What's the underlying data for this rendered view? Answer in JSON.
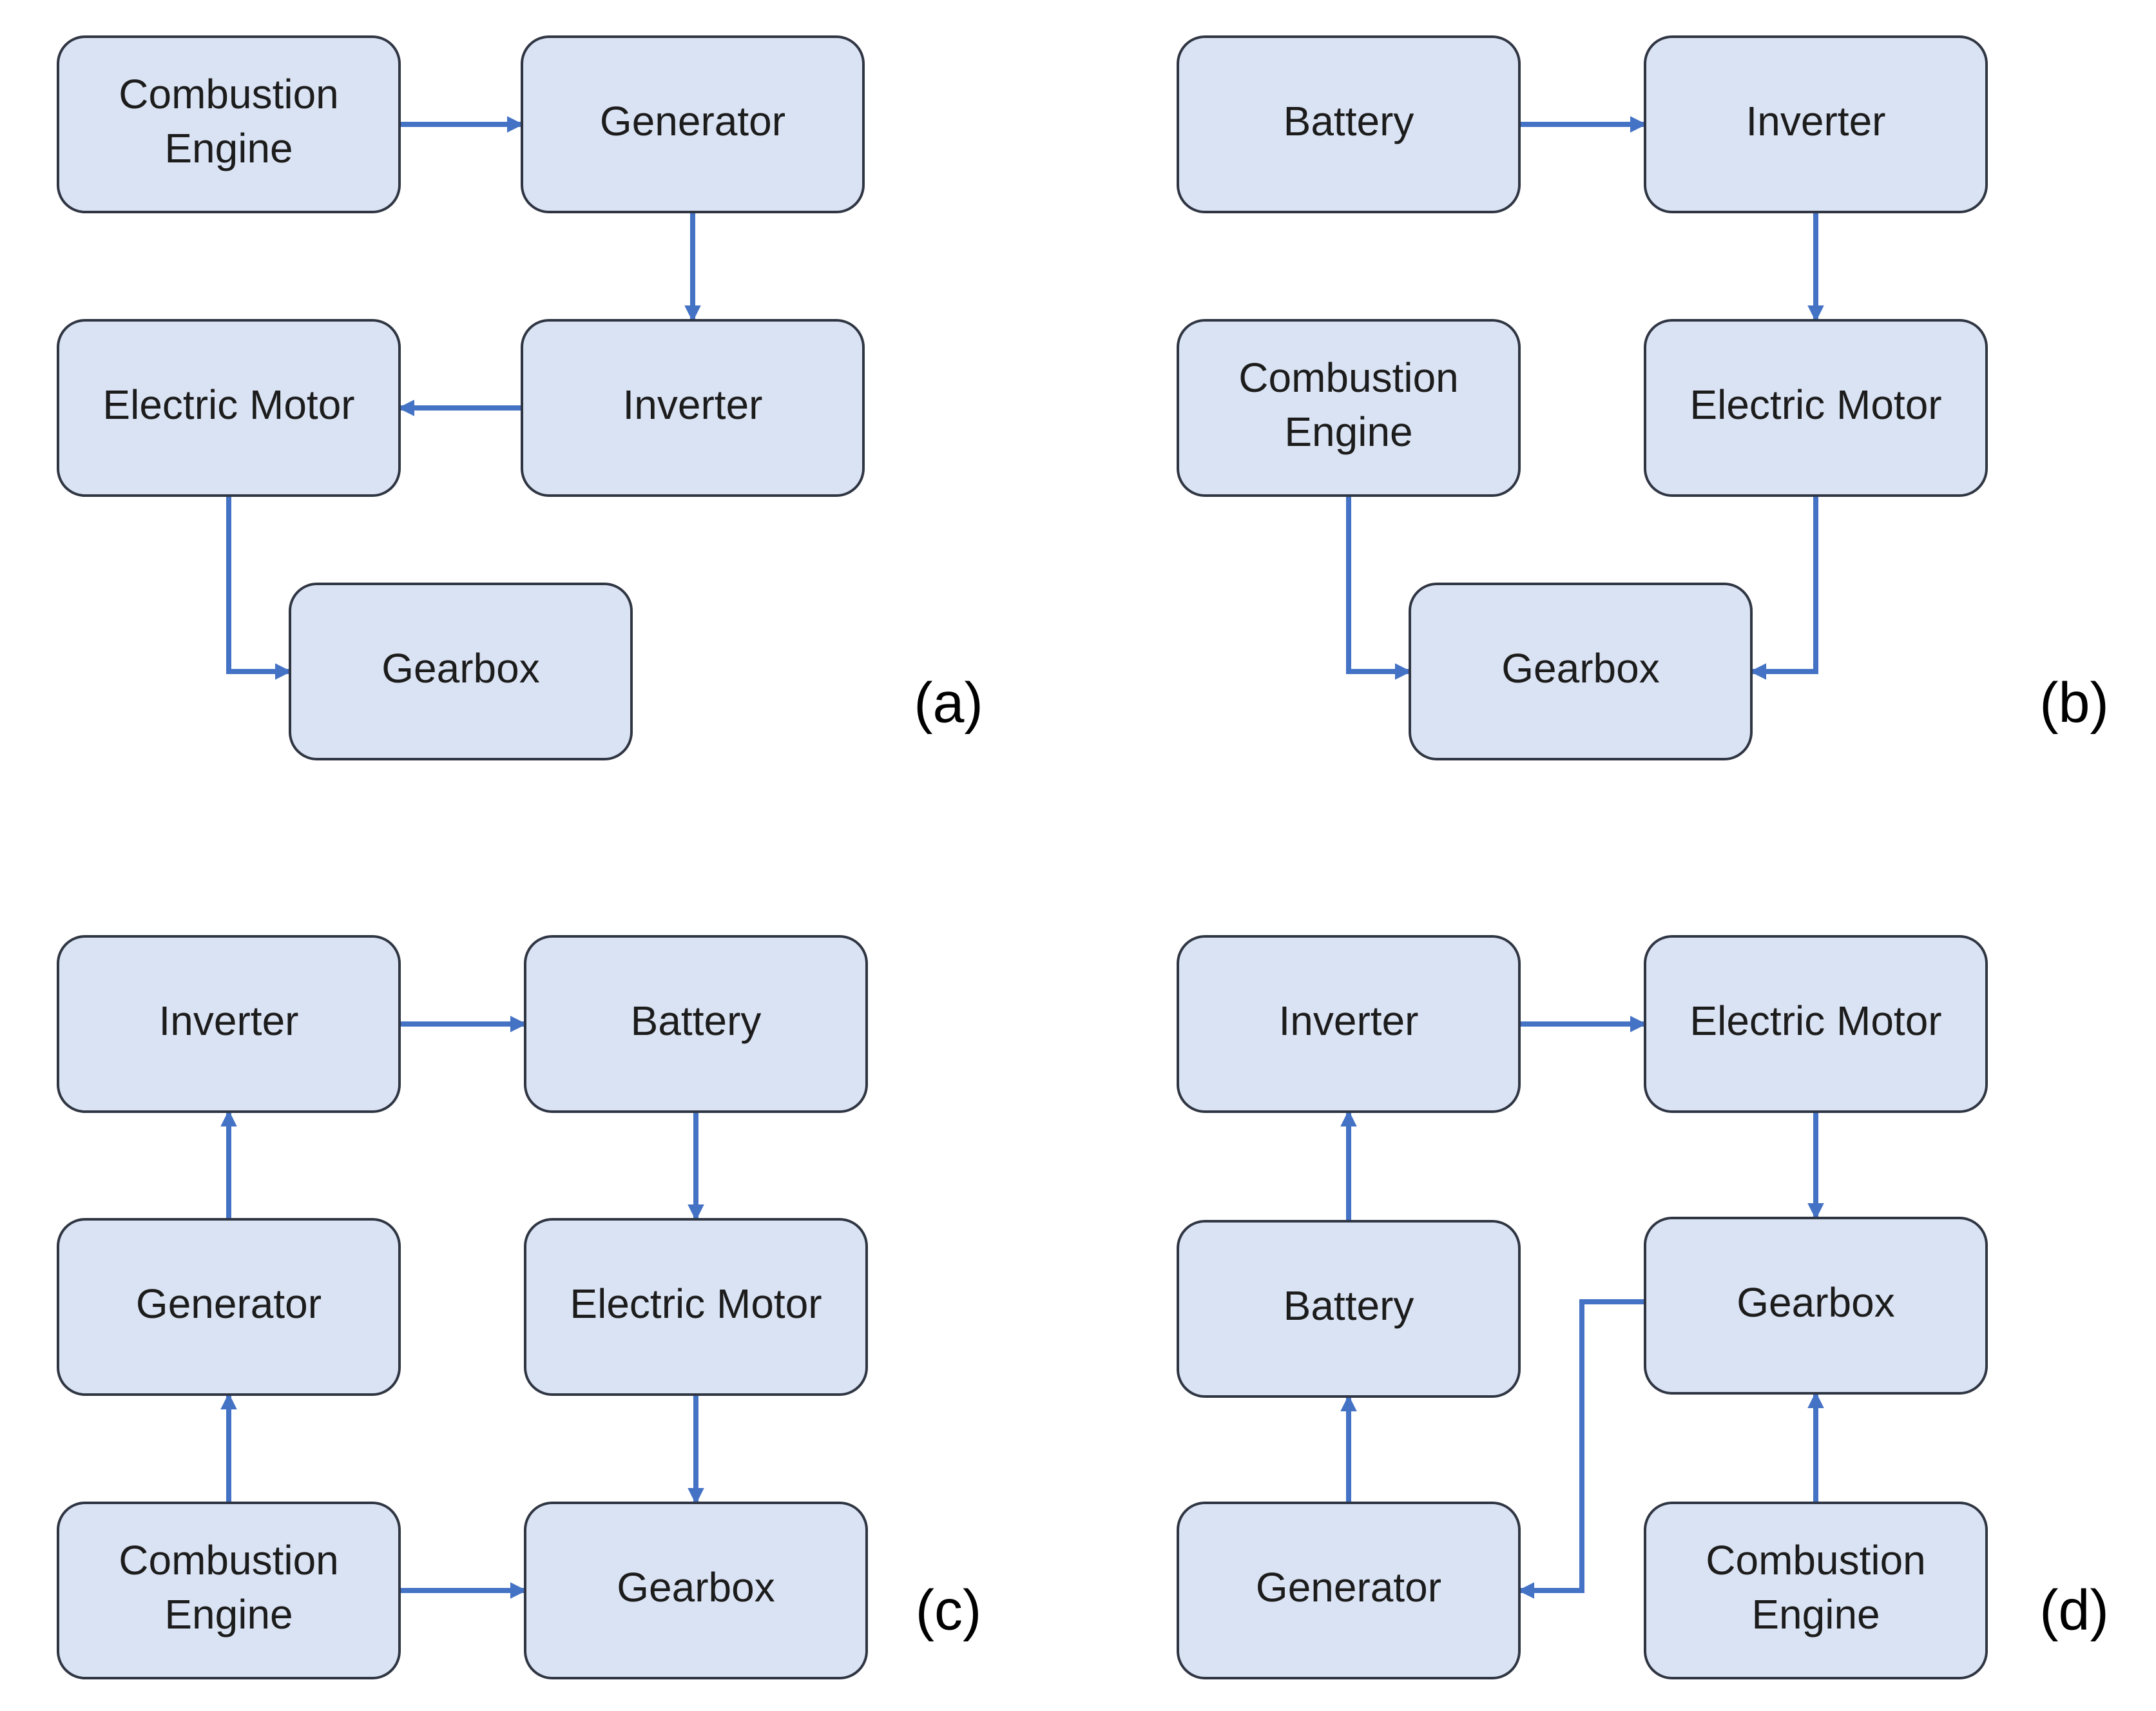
{
  "colors": {
    "box_fill": "#dae3f3",
    "box_border": "#2f3542",
    "arrow": "#4472c4",
    "text": "#1c1c1c"
  },
  "panels": [
    {
      "id": "a",
      "label": "(a)",
      "nodes": [
        {
          "id": "engine",
          "lines": [
            "Combustion",
            "Engine"
          ]
        },
        {
          "id": "generator",
          "lines": [
            "Generator"
          ]
        },
        {
          "id": "inverter",
          "lines": [
            "Inverter"
          ]
        },
        {
          "id": "motor",
          "lines": [
            "Electric Motor"
          ]
        },
        {
          "id": "gearbox",
          "lines": [
            "Gearbox"
          ]
        }
      ],
      "edges": [
        {
          "from": "engine",
          "to": "generator"
        },
        {
          "from": "generator",
          "to": "inverter"
        },
        {
          "from": "inverter",
          "to": "motor"
        },
        {
          "from": "motor",
          "to": "gearbox"
        }
      ]
    },
    {
      "id": "b",
      "label": "(b)",
      "nodes": [
        {
          "id": "battery",
          "lines": [
            "Battery"
          ]
        },
        {
          "id": "inverter",
          "lines": [
            "Inverter"
          ]
        },
        {
          "id": "engine",
          "lines": [
            "Combustion",
            "Engine"
          ]
        },
        {
          "id": "motor",
          "lines": [
            "Electric Motor"
          ]
        },
        {
          "id": "gearbox",
          "lines": [
            "Gearbox"
          ]
        }
      ],
      "edges": [
        {
          "from": "battery",
          "to": "inverter"
        },
        {
          "from": "inverter",
          "to": "motor"
        },
        {
          "from": "engine",
          "to": "gearbox"
        },
        {
          "from": "motor",
          "to": "gearbox"
        }
      ]
    },
    {
      "id": "c",
      "label": "(c)",
      "nodes": [
        {
          "id": "inverter",
          "lines": [
            "Inverter"
          ]
        },
        {
          "id": "battery",
          "lines": [
            "Battery"
          ]
        },
        {
          "id": "generator",
          "lines": [
            "Generator"
          ]
        },
        {
          "id": "motor",
          "lines": [
            "Electric Motor"
          ]
        },
        {
          "id": "engine",
          "lines": [
            "Combustion",
            "Engine"
          ]
        },
        {
          "id": "gearbox",
          "lines": [
            "Gearbox"
          ]
        }
      ],
      "edges": [
        {
          "from": "engine",
          "to": "generator"
        },
        {
          "from": "generator",
          "to": "inverter"
        },
        {
          "from": "inverter",
          "to": "battery"
        },
        {
          "from": "battery",
          "to": "motor"
        },
        {
          "from": "motor",
          "to": "gearbox"
        },
        {
          "from": "engine",
          "to": "gearbox"
        }
      ]
    },
    {
      "id": "d",
      "label": "(d)",
      "nodes": [
        {
          "id": "inverter",
          "lines": [
            "Inverter"
          ]
        },
        {
          "id": "motor",
          "lines": [
            "Electric Motor"
          ]
        },
        {
          "id": "battery",
          "lines": [
            "Battery"
          ]
        },
        {
          "id": "gearbox",
          "lines": [
            "Gearbox"
          ]
        },
        {
          "id": "generator",
          "lines": [
            "Generator"
          ]
        },
        {
          "id": "engine",
          "lines": [
            "Combustion",
            "Engine"
          ]
        }
      ],
      "edges": [
        {
          "from": "generator",
          "to": "battery"
        },
        {
          "from": "battery",
          "to": "inverter"
        },
        {
          "from": "inverter",
          "to": "motor"
        },
        {
          "from": "motor",
          "to": "gearbox"
        },
        {
          "from": "engine",
          "to": "gearbox"
        },
        {
          "from": "gearbox",
          "to": "generator"
        }
      ]
    }
  ]
}
